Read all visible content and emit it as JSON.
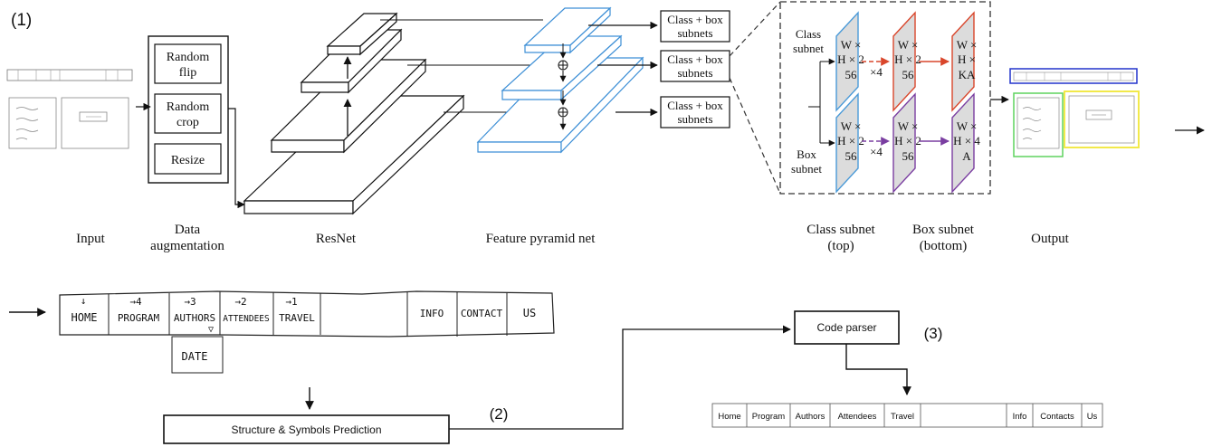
{
  "sections": {
    "section_1_label": "(1)",
    "section_2_label": "(2)",
    "section_3_label": "(3)"
  },
  "pipeline": {
    "input_label": "Input",
    "data_augmentation_label_line1": "Data",
    "data_augmentation_label_line2": "augmentation",
    "resnet_label": "ResNet",
    "fpn_label": "Feature pyramid net",
    "class_box_subnet_label_line1": "Class subnet",
    "class_box_subnet_label_line2": "(top)",
    "box_subnet_label_line1": "Box subnet",
    "box_subnet_label_line2": "(bottom)",
    "output_label": "Output"
  },
  "augmentation_steps": [
    {
      "line1": "Random",
      "line2": "flip"
    },
    {
      "line1": "Random",
      "line2": "crop"
    },
    {
      "line1": "Resize",
      "line2": ""
    }
  ],
  "subnet_boxes": [
    {
      "line1": "Class + box",
      "line2": "subnets"
    },
    {
      "line1": "Class + box",
      "line2": "subnets"
    },
    {
      "line1": "Class + box",
      "line2": "subnets"
    }
  ],
  "detail": {
    "class_subnet_line1": "Class",
    "class_subnet_line2": "subnet",
    "box_subnet_line1": "Box",
    "box_subnet_line2": "subnet",
    "times4_top": "×4",
    "times4_bottom": "×4",
    "class_layers": [
      {
        "l1": "W ×",
        "l2": "H × 2",
        "l3": "56"
      },
      {
        "l1": "W ×",
        "l2": "H × 2",
        "l3": "56"
      },
      {
        "l1": "W ×",
        "l2": "H ×",
        "l3": "KA"
      }
    ],
    "box_layers": [
      {
        "l1": "W ×",
        "l2": "H × 2",
        "l3": "56"
      },
      {
        "l1": "W ×",
        "l2": "H × 2",
        "l3": "56"
      },
      {
        "l1": "W ×",
        "l2": "H × 4",
        "l3": "A"
      }
    ]
  },
  "sketch_nav": {
    "items": [
      "HOME",
      "PROGRAM",
      "AUTHORS",
      "ATTENDEES",
      "TRAVEL",
      "",
      "INFO",
      "CONTACT",
      "US"
    ],
    "annotations": [
      "↓",
      "→4",
      "→3",
      "→2",
      "→1"
    ],
    "dropdown_item": "DATE",
    "dropdown_marker": "▽"
  },
  "prediction_box_label": "Structure & Symbols Prediction",
  "code_parser_label": "Code parser",
  "rendered_nav": {
    "items": [
      "Home",
      "Program",
      "Authors",
      "Attendees",
      "Travel",
      "",
      "Info",
      "Contacts",
      "Us"
    ]
  },
  "colors": {
    "fpn_blue": "#3d8fd6",
    "class_red": "#d9462b",
    "box_purple": "#7a3ea1",
    "layer_blue": "#4a9ad8",
    "output_blue": "#2233cc",
    "output_green": "#5fd35f",
    "output_yellow": "#f2e94a"
  }
}
